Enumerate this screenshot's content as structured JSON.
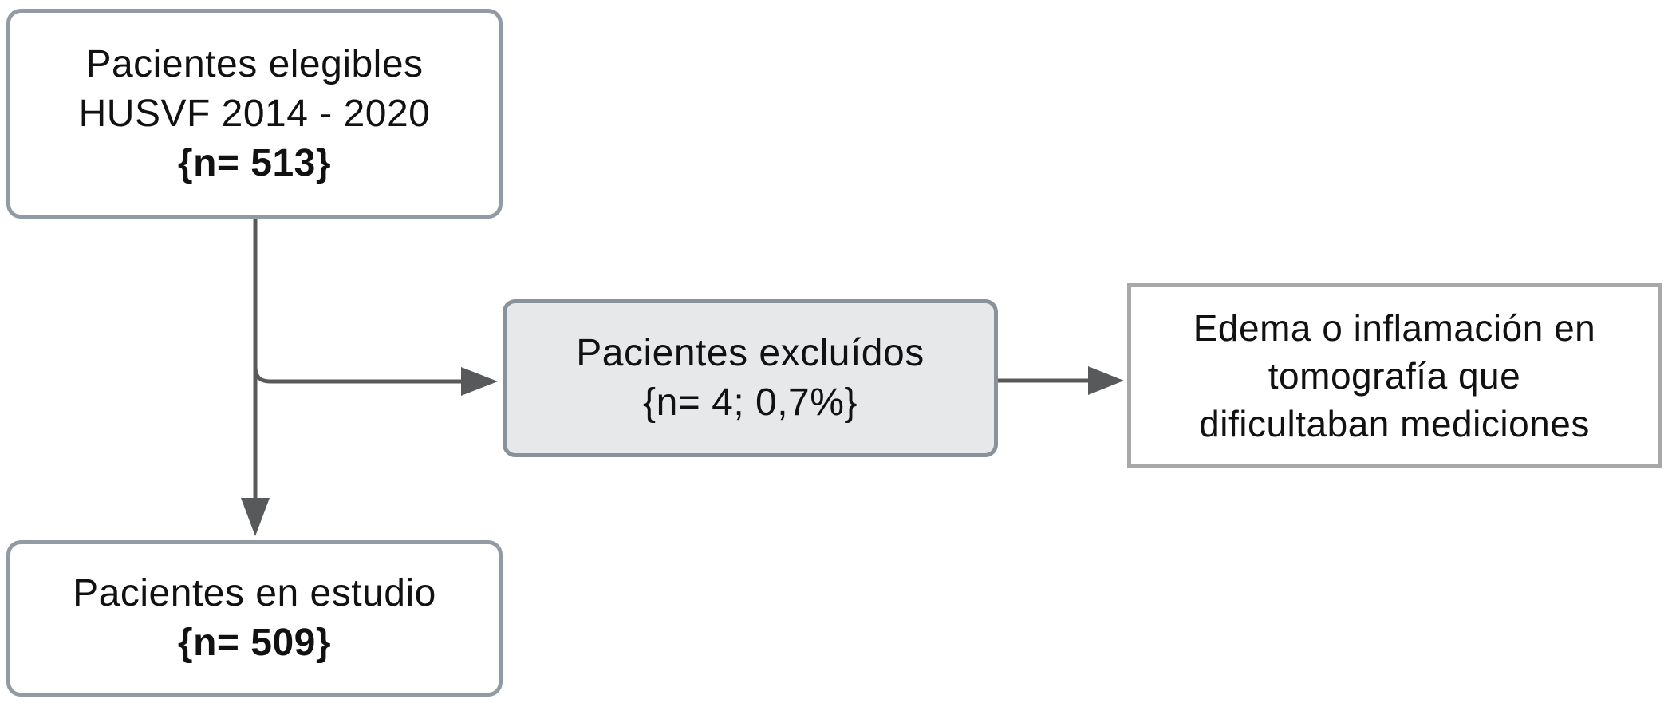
{
  "flow": {
    "boxes": {
      "eligible": {
        "lines": [
          "Pacientes elegibles",
          "HUSVF 2014 - 2020",
          "{n= 513}"
        ]
      },
      "excluded": {
        "lines": [
          "Pacientes excluídos",
          "{n= 4; 0,7%}"
        ]
      },
      "reason": {
        "lines": [
          "Edema o inflamación en",
          "tomografía que",
          "dificultaban mediciones"
        ]
      },
      "study": {
        "lines": [
          "Pacientes en estudio",
          "{n= 509}"
        ]
      }
    },
    "colors": {
      "rounded-border": "#929ba5",
      "excluded-border": "#89919a",
      "excluded-fill": "#e6e8ea",
      "reason-border": "#a8a8a8",
      "arrow": "#58595b",
      "text": "#111111"
    }
  }
}
